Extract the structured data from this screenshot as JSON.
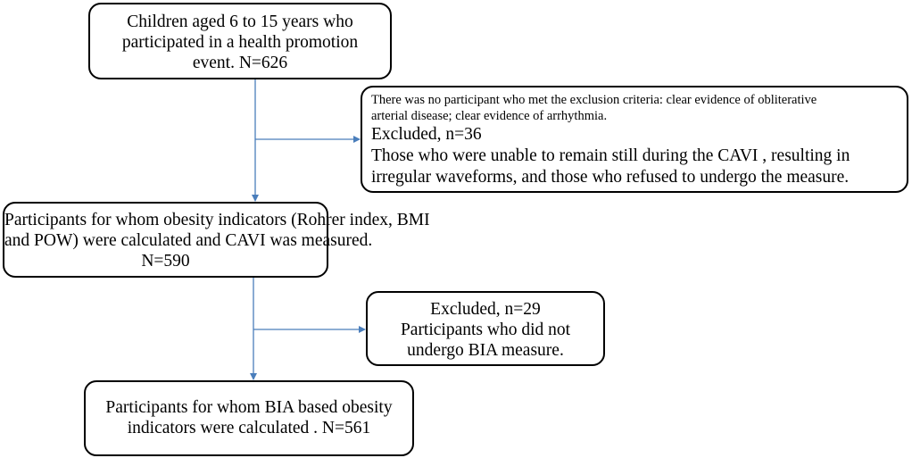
{
  "flowchart": {
    "enrolled_box": {
      "lines": [
        "Children aged 6 to 15 years who",
        "participated in a health promotion",
        "event. N=626"
      ]
    },
    "exclusion_box_1": {
      "criteria_lines": [
        "There was no participant who met the exclusion criteria:  clear evidence of obliterative",
        "arterial  disease; clear evidence of arrhythmia."
      ],
      "excluded_label": "Excluded, n=36",
      "reason_lines": [
        "Those who were unable to remain still during the CAVI , resulting in",
        "irregular waveforms, and those who refused to undergo the measure."
      ]
    },
    "measured_box": {
      "lines": [
        "Participants for whom obesity indicators (Rohrer index, BMI",
        "and POW) were calculated and CAVI was measured.",
        "N=590"
      ]
    },
    "exclusion_box_2": {
      "lines": [
        "Excluded, n=29",
        "Participants who did not",
        "undergo BIA measure."
      ]
    },
    "final_box": {
      "lines": [
        "Participants for whom BIA based obesity",
        "indicators were calculated . N=561"
      ]
    },
    "colors": {
      "arrow": "#4a7ebb",
      "box_border": "#000000"
    }
  }
}
